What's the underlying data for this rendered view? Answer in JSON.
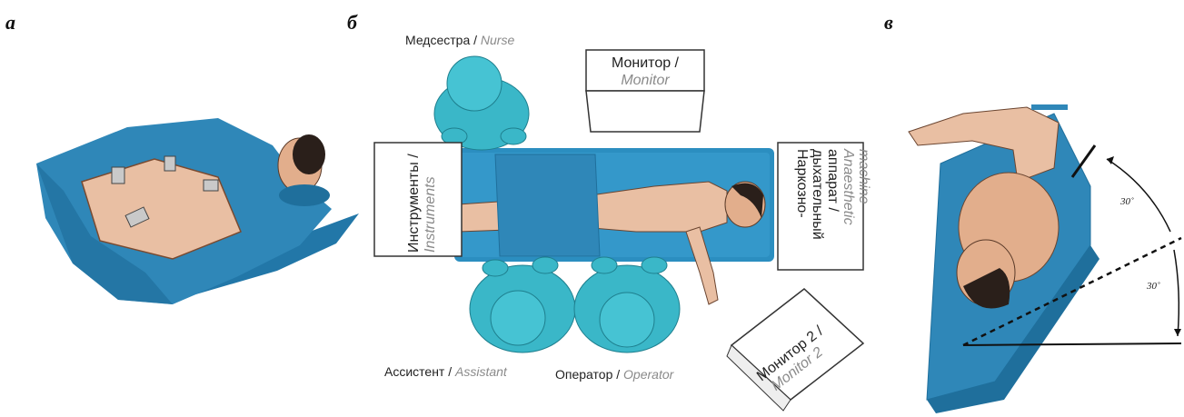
{
  "panels": [
    {
      "letter": "а"
    },
    {
      "letter": "б"
    },
    {
      "letter": "в"
    }
  ],
  "labels": {
    "nurse": {
      "ru": "Медсестра / ",
      "en": "Nurse"
    },
    "monitor": {
      "ru": "Монитор /",
      "en": "Monitor"
    },
    "instruments": {
      "ru": "Инструменты /",
      "en": "Instruments"
    },
    "anaesthetic": {
      "ru_line1": "Наркозно-",
      "ru_line2": "дыхательный",
      "ru_line3": "аппарат /",
      "en_line1": "Anaesthetic",
      "en_line2": "machine"
    },
    "assistant": {
      "ru": "Ассистент / ",
      "en": "Assistant"
    },
    "operator": {
      "ru": "Оператор / ",
      "en": "Operator"
    },
    "monitor2": {
      "ru": "Монитор 2 /",
      "en": "Monitor 2"
    }
  },
  "angles": {
    "upper": "30˚",
    "lower": "30˚"
  },
  "colors": {
    "drape": "#2f87b8",
    "drape_dark": "#1f6f9c",
    "staff": "#3ab7c8",
    "skin": "#e9bfa3",
    "table": "#2b8ec0"
  }
}
